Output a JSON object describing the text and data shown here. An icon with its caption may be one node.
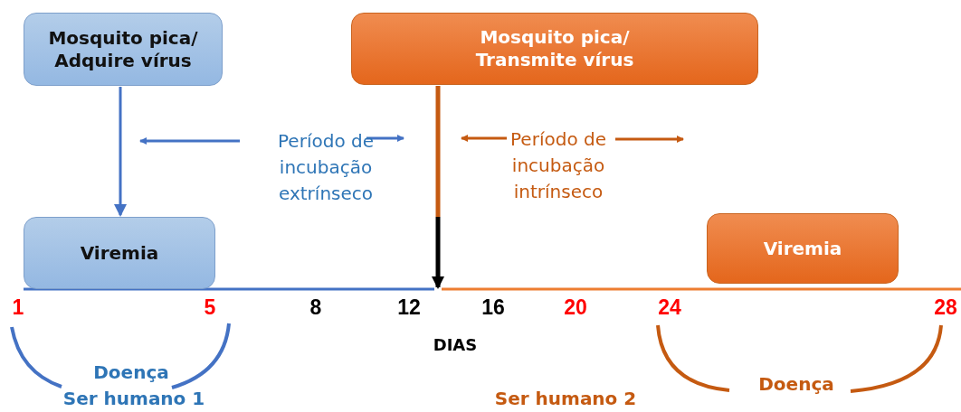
{
  "diagram": {
    "nodes": [
      {
        "text": [
          "Mosquito pica/ Adquire vírus"
        ]
      },
      {
        "text": [
          "Mosquito pica/ Transmite vírus"
        ]
      },
      {
        "text": [
          "Viremia"
        ]
      },
      {
        "text": [
          "Viremia"
        ]
      }
    ],
    "edges": [
      {
        "from": 0,
        "to": 2,
        "arrow": "to"
      },
      {
        "from": 1,
        "to": null,
        "arrow": "to",
        "style": "thick",
        "color": "#c55a11"
      }
    ],
    "labels": [
      "Período de incubação extrínseco",
      "Período de incubação intrínseco",
      "1",
      "5",
      "8",
      "12",
      "16",
      "20",
      "24",
      "28",
      "DIAS",
      "Doença",
      "Doença",
      "Ser humano 1",
      "Ser humano 2"
    ]
  }
}
